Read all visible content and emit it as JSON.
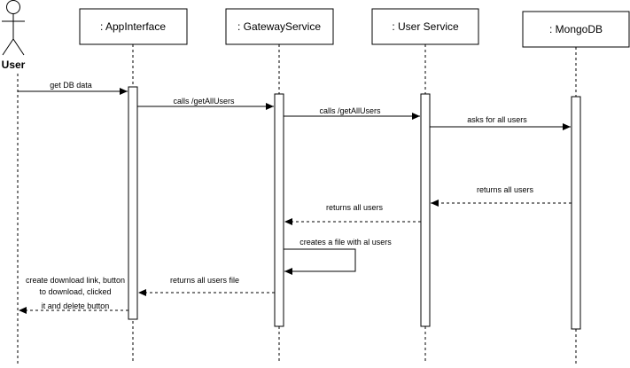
{
  "actor": {
    "name": "User",
    "icon": "stick-figure-icon"
  },
  "participants": [
    {
      "id": "app",
      "label": ": AppInterface"
    },
    {
      "id": "gateway",
      "label": ": GatewayService"
    },
    {
      "id": "userservice",
      "label": ": User Service"
    },
    {
      "id": "mongo",
      "label": ": MongoDB"
    }
  ],
  "messages": [
    {
      "id": "m1",
      "from": "actor",
      "to": "app",
      "kind": "sync",
      "text": [
        "get DB data"
      ]
    },
    {
      "id": "m2",
      "from": "app",
      "to": "gateway",
      "kind": "sync",
      "text": [
        "calls /getAllUsers"
      ]
    },
    {
      "id": "m3",
      "from": "gateway",
      "to": "userservice",
      "kind": "sync",
      "text": [
        "calls /getAllUsers"
      ]
    },
    {
      "id": "m4",
      "from": "userservice",
      "to": "mongo",
      "kind": "sync",
      "text": [
        "asks for all users"
      ]
    },
    {
      "id": "m5",
      "from": "mongo",
      "to": "userservice",
      "kind": "return",
      "text": [
        "returns all users"
      ]
    },
    {
      "id": "m6",
      "from": "userservice",
      "to": "gateway",
      "kind": "return",
      "text": [
        "returns all users"
      ]
    },
    {
      "id": "m7",
      "from": "gateway",
      "to": "gateway",
      "kind": "self",
      "text": [
        "creates a file with al users"
      ]
    },
    {
      "id": "m8",
      "from": "gateway",
      "to": "app",
      "kind": "return",
      "text": [
        "returns all users file"
      ]
    },
    {
      "id": "m9",
      "from": "app",
      "to": "actor",
      "kind": "return",
      "text": [
        "create download link, button",
        "to download, clicked",
        "it and delete button"
      ]
    }
  ],
  "colors": {
    "line": "#000000",
    "background": "#ffffff"
  }
}
